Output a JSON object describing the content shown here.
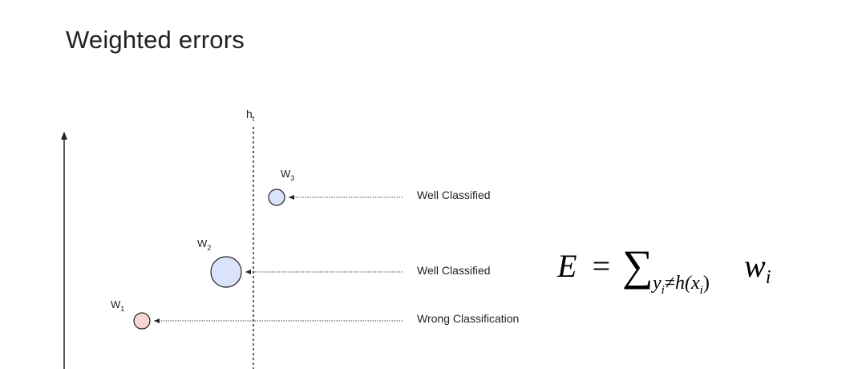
{
  "title": "Weighted errors",
  "hypothesis": {
    "main": "h",
    "sub": "t"
  },
  "points": [
    {
      "key": "w3",
      "main": "W",
      "sub": "3",
      "weight": "small",
      "fill": "#dbe3fb",
      "label": "Well Classified"
    },
    {
      "key": "w2",
      "main": "W",
      "sub": "2",
      "weight": "large",
      "fill": "#dbe3fb",
      "label": "Well Classified"
    },
    {
      "key": "w1",
      "main": "W",
      "sub": "1",
      "weight": "small",
      "fill": "#f7d6d2",
      "label": "Wrong Classification"
    }
  ],
  "formula": {
    "lhs": "E",
    "eq": "=",
    "sigma": "∑",
    "subscript_text": "y",
    "subscript_index": "i",
    "neq": "≠",
    "h": "h(x",
    "h_index": "i",
    "h_close": ")",
    "w": "w",
    "w_index": "i"
  },
  "colors": {
    "text": "#222222",
    "circle_stroke": "#222222",
    "axis": "#222222"
  }
}
